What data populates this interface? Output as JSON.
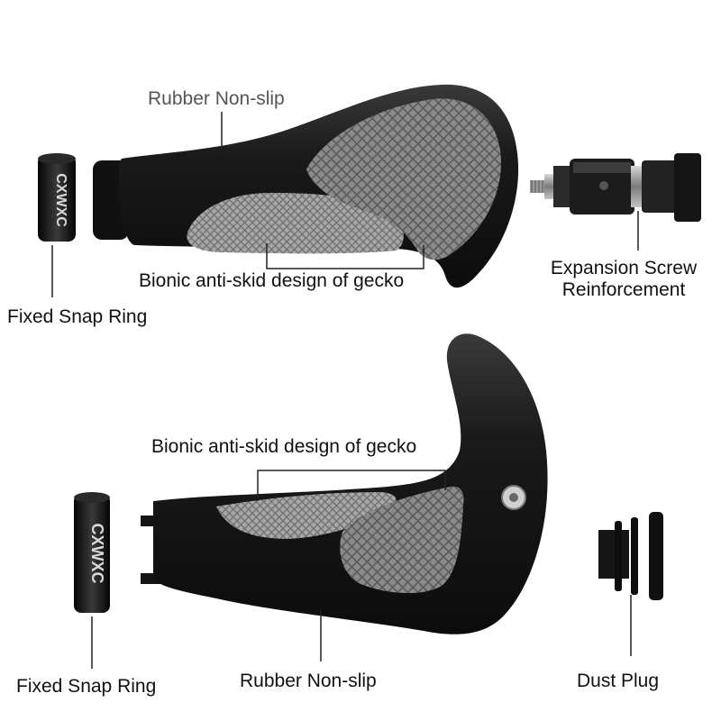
{
  "brand": "CXWXC",
  "labels": {
    "top_rubber": "Rubber Non-slip",
    "top_gecko": "Bionic anti-skid design of gecko",
    "top_ring": "Fixed Snap Ring",
    "top_screw_line1": "Expansion Screw",
    "top_screw_line2": "Reinforcement",
    "bottom_gecko": "Bionic anti-skid design of gecko",
    "bottom_ring": "Fixed Snap Ring",
    "bottom_rubber": "Rubber Non-slip",
    "bottom_plug": "Dust Plug"
  },
  "colors": {
    "rubber": "#1b1b1b",
    "grip_pad": "#8d8d8d",
    "ring": "#121212",
    "metal": "#9a9a9a",
    "label_gray": "#555555",
    "label_dark": "#111111"
  }
}
